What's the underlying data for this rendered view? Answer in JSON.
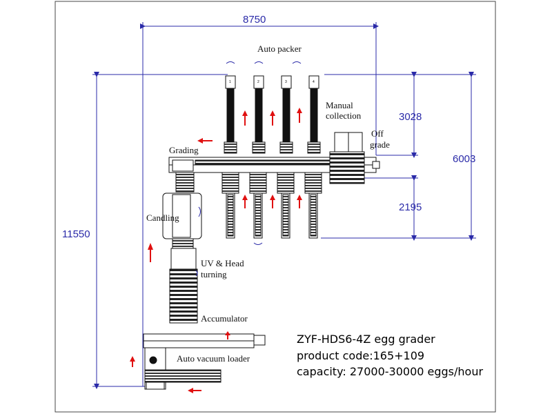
{
  "dimensions": {
    "top_width": "8750",
    "overall_height": "11550",
    "right_height": "6003",
    "upper_height": "3028",
    "lower_height": "2195"
  },
  "labels": {
    "auto_packer": "Auto packer",
    "manual_collection_1": "Manual",
    "manual_collection_2": "collection",
    "off_grade_1": "Off",
    "off_grade_2": "grade",
    "grading": "Grading",
    "candling": "Candling",
    "uv_head_1": "UV & Head",
    "uv_head_2": "turning",
    "accumulator": "Accumulator",
    "auto_vacuum_loader": "Auto vacuum loader"
  },
  "lane_numbers": [
    "1",
    "2",
    "3",
    "4"
  ],
  "spec": {
    "model": "ZYF-HDS6-4Z egg grader",
    "product_code": "product code:165+109",
    "capacity": "capacity: 27000-30000 eggs/hour"
  },
  "colors": {
    "dimension": "#2a2aa8",
    "flow_arrow": "#e01010",
    "machine": "#111111"
  }
}
